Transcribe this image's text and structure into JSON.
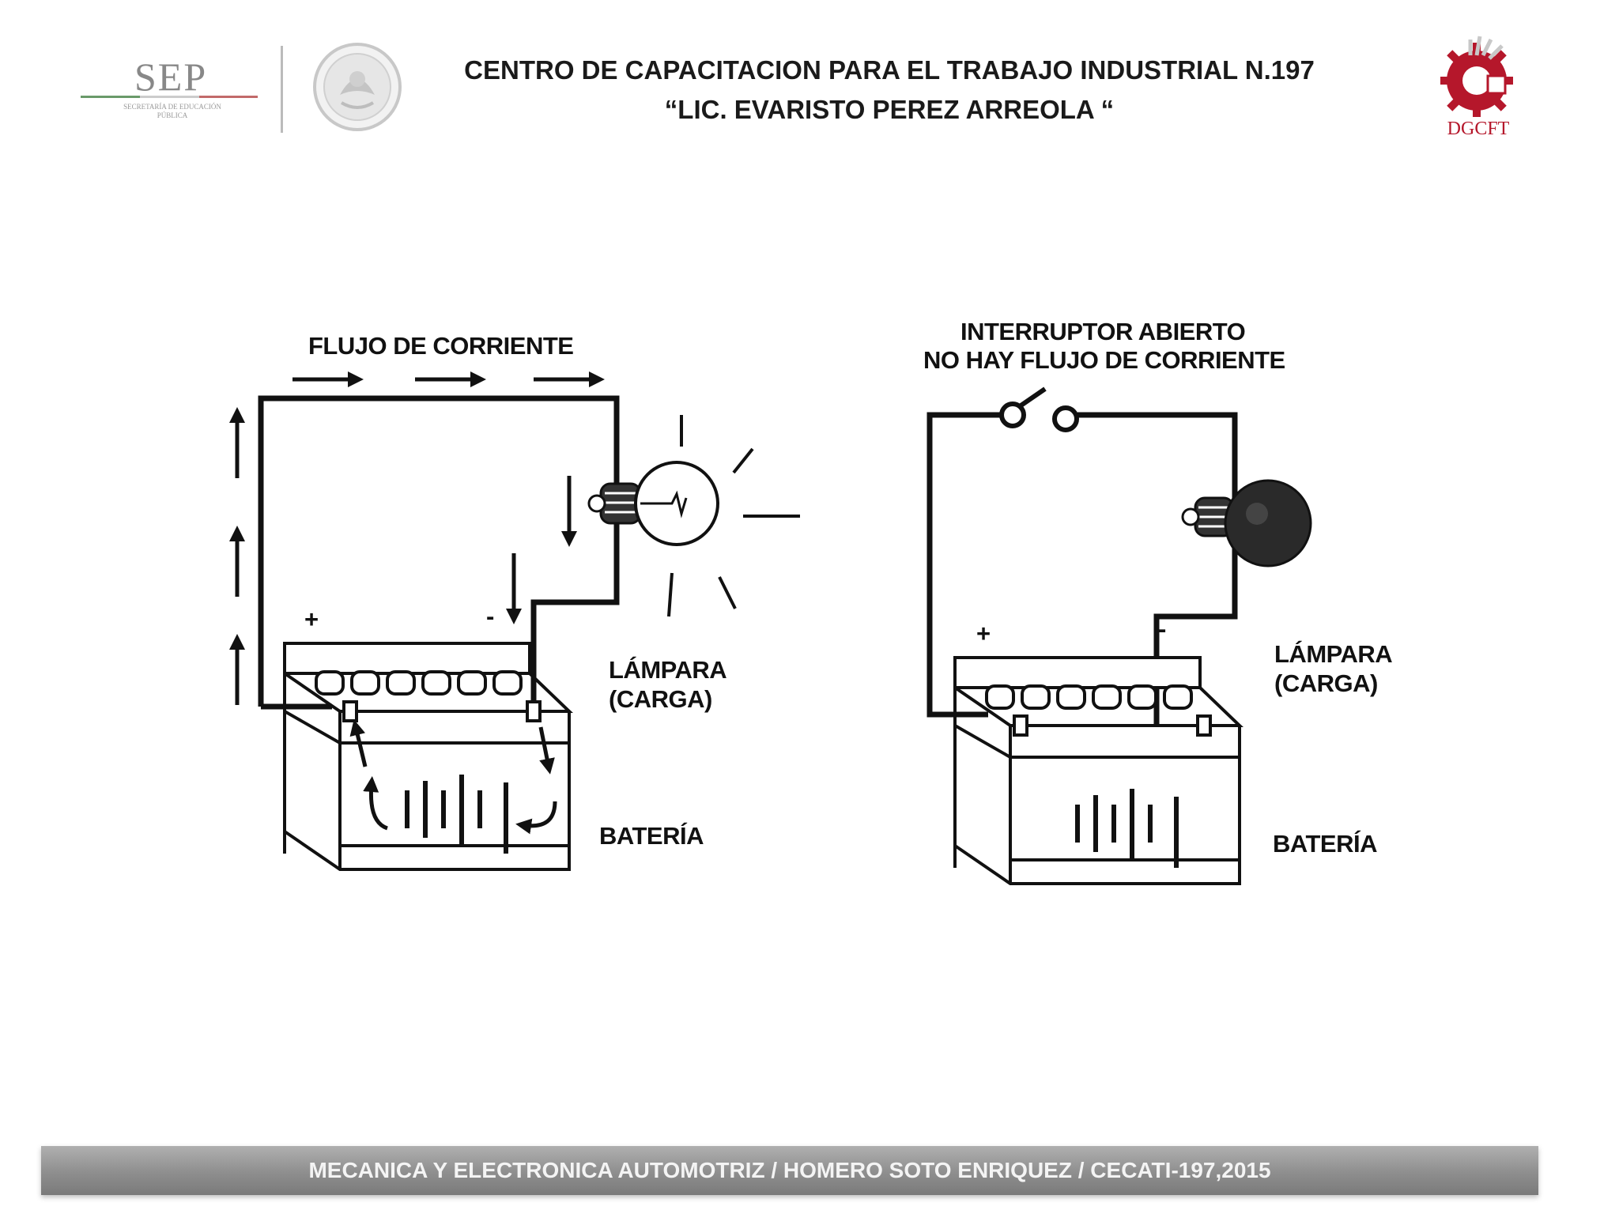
{
  "header": {
    "title_line1": "CENTRO DE CAPACITACION PARA EL TRABAJO INDUSTRIAL N.197",
    "title_line2": "“LIC. EVARISTO PEREZ ARREOLA “",
    "left_logo": {
      "text": "SEP",
      "subtitle": "SECRETARÍA DE EDUCACIÓN PÚBLICA",
      "icon": "sep-logo-icon",
      "seal_icon": "mexico-seal-icon"
    },
    "right_logo": {
      "text": "DGCFT",
      "icon": "dgcft-gear-icon",
      "color": "#b5172b"
    }
  },
  "diagram": {
    "left": {
      "flow_label": "FLUJO DE CORRIENTE",
      "plus": "+",
      "minus": "-",
      "lamp_label_line1": "LÁMPARA",
      "lamp_label_line2": "(CARGA)",
      "battery_label": "BATERÍA"
    },
    "right": {
      "switch_label_line1": "INTERRUPTOR ABIERTO",
      "switch_label_line2": "NO HAY FLUJO DE CORRIENTE",
      "plus": "+",
      "minus": "-",
      "lamp_label_line1": "LÁMPARA",
      "lamp_label_line2": "(CARGA)",
      "battery_label": "BATERÍA"
    }
  },
  "footer": {
    "text": "MECANICA Y ELECTRONICA AUTOMOTRIZ / HOMERO SOTO ENRIQUEZ / CECATI-197,2015"
  }
}
